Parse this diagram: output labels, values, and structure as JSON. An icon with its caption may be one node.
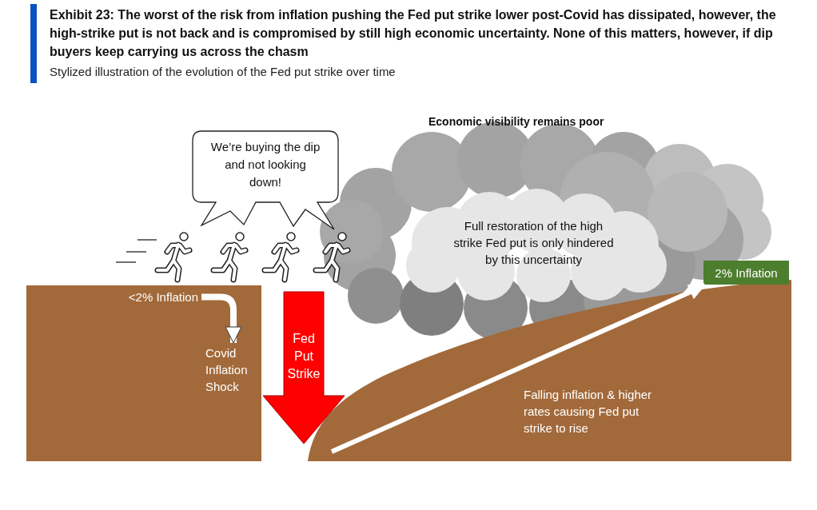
{
  "diagram": {
    "title": "Exhibit 23: The worst of the risk from inflation pushing the Fed put strike lower post-Covid has dissipated, however, the high-strike put is not back and is compromised by still high economic uncertainty. None of this matters, however, if dip buyers keep carrying us across the chasm",
    "nodes": [
      {
        "text": [
          "We’re buying the dip and not looking down!"
        ]
      },
      {
        "text": [
          "<2% Inflation"
        ]
      },
      {
        "text": [
          "Covid Inflation Shock"
        ]
      },
      {
        "text": [
          "Fed Put Strike"
        ]
      },
      {
        "text": [
          "Full restoration of the high strike Fed put is only hindered by this uncertainty"
        ]
      },
      {
        "text": [
          "2% Inflation"
        ]
      }
    ],
    "edges": [
      {
        "from": 1,
        "to": 2,
        "arrow": "to"
      },
      {
        "from": null,
        "to": 5,
        "arrow": "to"
      }
    ],
    "labels": [
      "Stylized illustration of the evolution of the Fed put strike over time",
      "Economic visibility remains poor",
      "Falling inflation & higher rates causing Fed put strike to rise"
    ]
  }
}
